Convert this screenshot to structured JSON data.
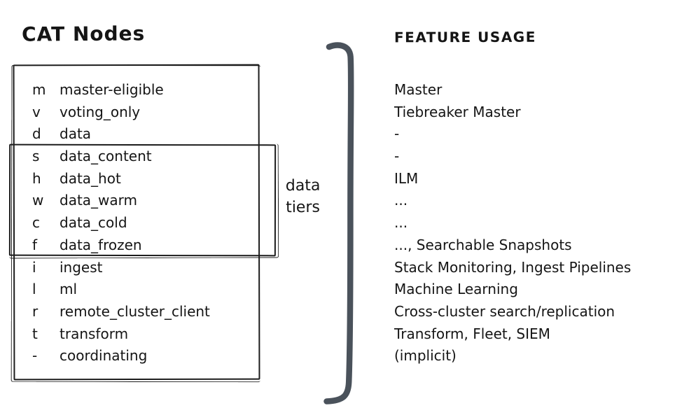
{
  "title": "CAT Nodes",
  "feature_usage": {
    "title": "FEATURE USAGE"
  },
  "data_tiers_annotation": {
    "line1": "data",
    "line2": "tiers"
  },
  "rows": [
    {
      "key": "m",
      "node": "master-eligible",
      "feature": "Master"
    },
    {
      "key": "v",
      "node": "voting_only",
      "feature": "Tiebreaker Master"
    },
    {
      "key": "d",
      "node": "data",
      "feature": "-"
    },
    {
      "key": "s",
      "node": "data_content",
      "feature": "-"
    },
    {
      "key": "h",
      "node": "data_hot",
      "feature": "ILM"
    },
    {
      "key": "w",
      "node": "data_warm",
      "feature": "..."
    },
    {
      "key": "c",
      "node": "data_cold",
      "feature": "..."
    },
    {
      "key": "f",
      "node": "data_frozen",
      "feature": "..., Searchable Snapshots"
    },
    {
      "key": "i",
      "node": "ingest",
      "feature": "Stack Monitoring, Ingest Pipelines"
    },
    {
      "key": "l",
      "node": "ml",
      "feature": "Machine Learning"
    },
    {
      "key": "r",
      "node": "remote_cluster_client",
      "feature": "Cross-cluster search/replication"
    },
    {
      "key": "t",
      "node": "transform",
      "feature": "Transform, Fleet, SIEM"
    },
    {
      "key": "-",
      "node": "coordinating",
      "feature": "(implicit)"
    }
  ],
  "data_tier_keys": [
    "s",
    "h",
    "w",
    "c",
    "f"
  ],
  "colors": {
    "text": "#151515",
    "brace": "#4a525b",
    "border": "#1c1c1c",
    "background": "#ffffff"
  }
}
